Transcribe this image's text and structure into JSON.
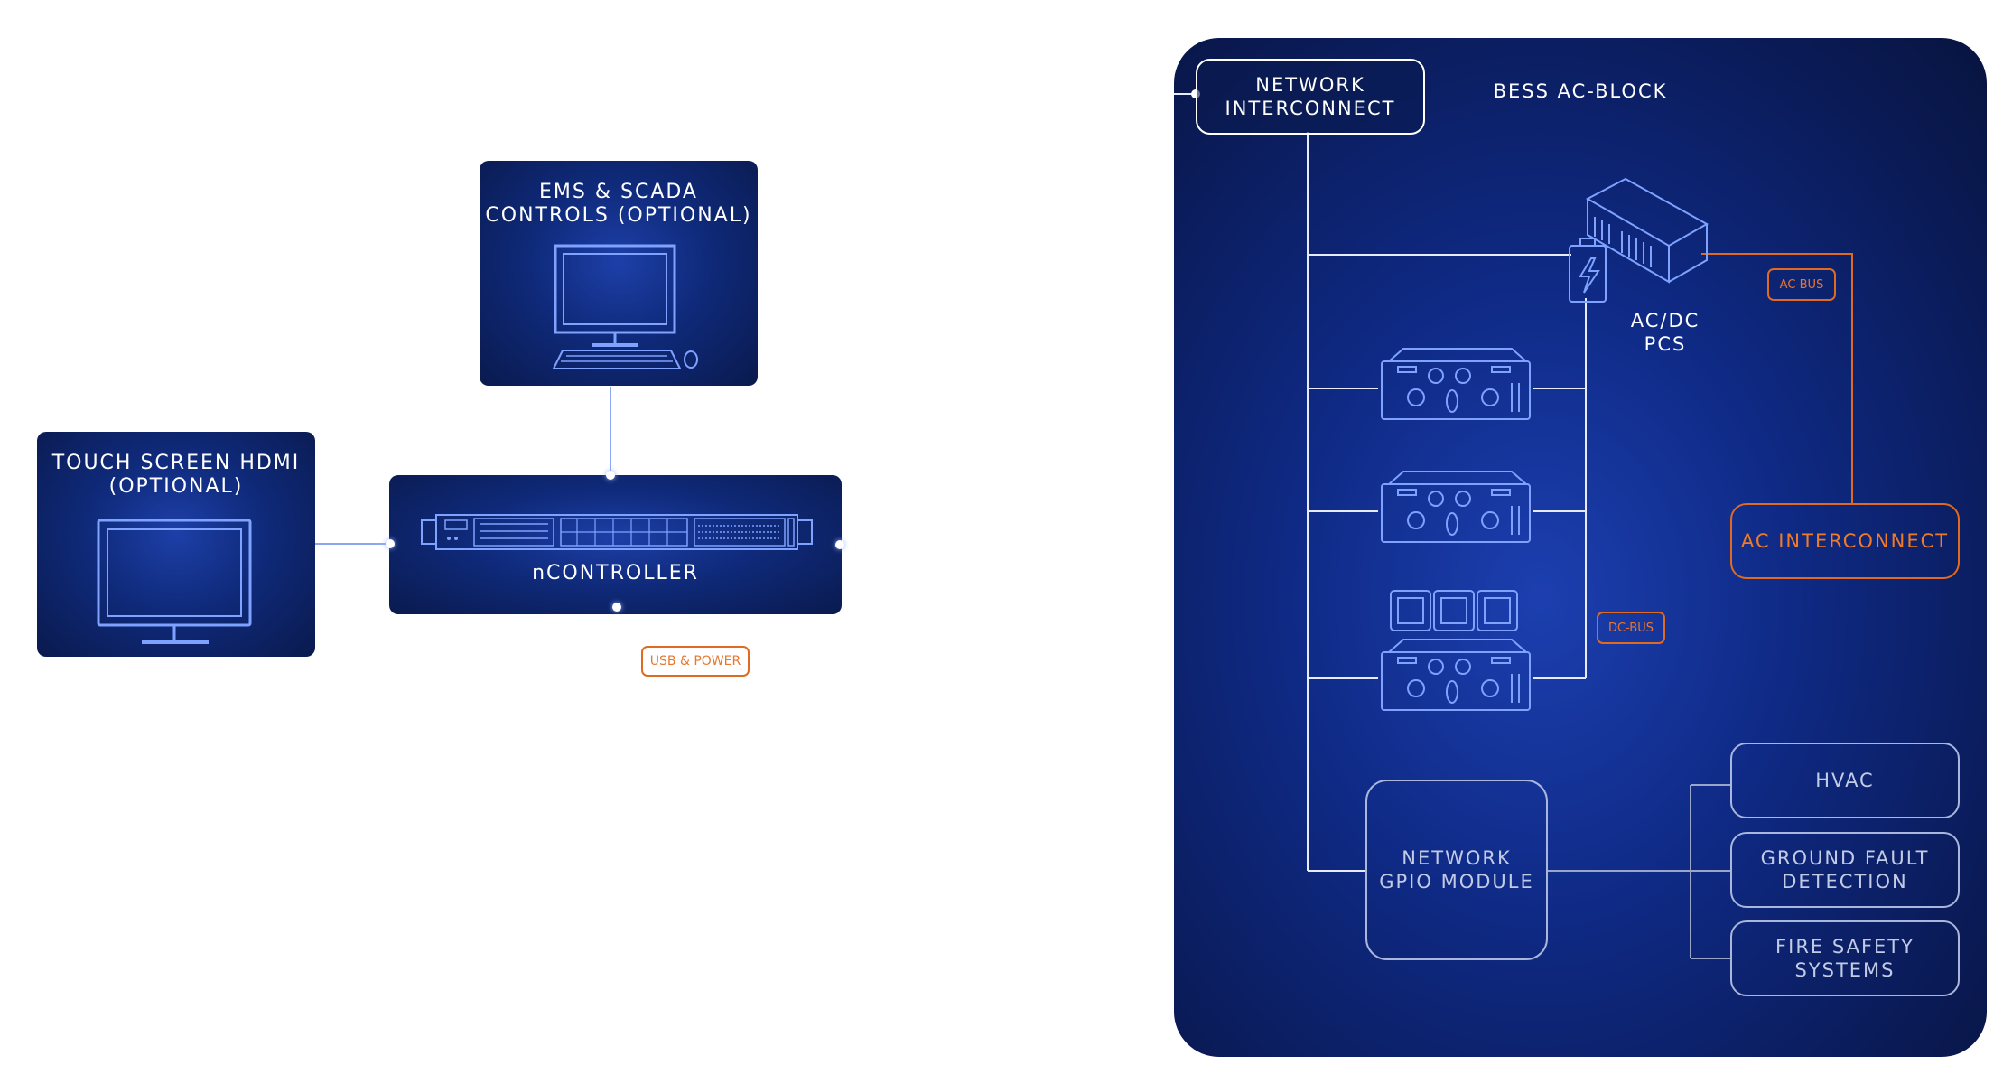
{
  "left": {
    "ems_card": {
      "title": "EMS & SCADA\nCONTROLS (OPTIONAL)"
    },
    "touch_card": {
      "title": "TOUCH SCREEN HDMI\n(OPTIONAL)"
    },
    "controller_card": {
      "title": "nCONTROLLER"
    },
    "usb_tag": "USB & POWER"
  },
  "bess": {
    "title": "BESS AC-BLOCK",
    "network_interconnect": "NETWORK\nINTERCONNECT",
    "pcs_label": "AC/DC\nPCS",
    "ac_bus_tag": "AC-BUS",
    "dc_bus_tag": "DC-BUS",
    "ac_interconnect": "AC INTERCONNECT",
    "gpio_module": "NETWORK\nGPIO MODULE",
    "hvac": "HVAC",
    "ground_fault": "GROUND FAULT\nDETECTION",
    "fire_safety": "FIRE SAFETY\nSYSTEMS"
  },
  "colors": {
    "card_blue": "#0f2a7a",
    "line_blue": "#5b7fe8",
    "accent_orange": "#e06a20"
  }
}
